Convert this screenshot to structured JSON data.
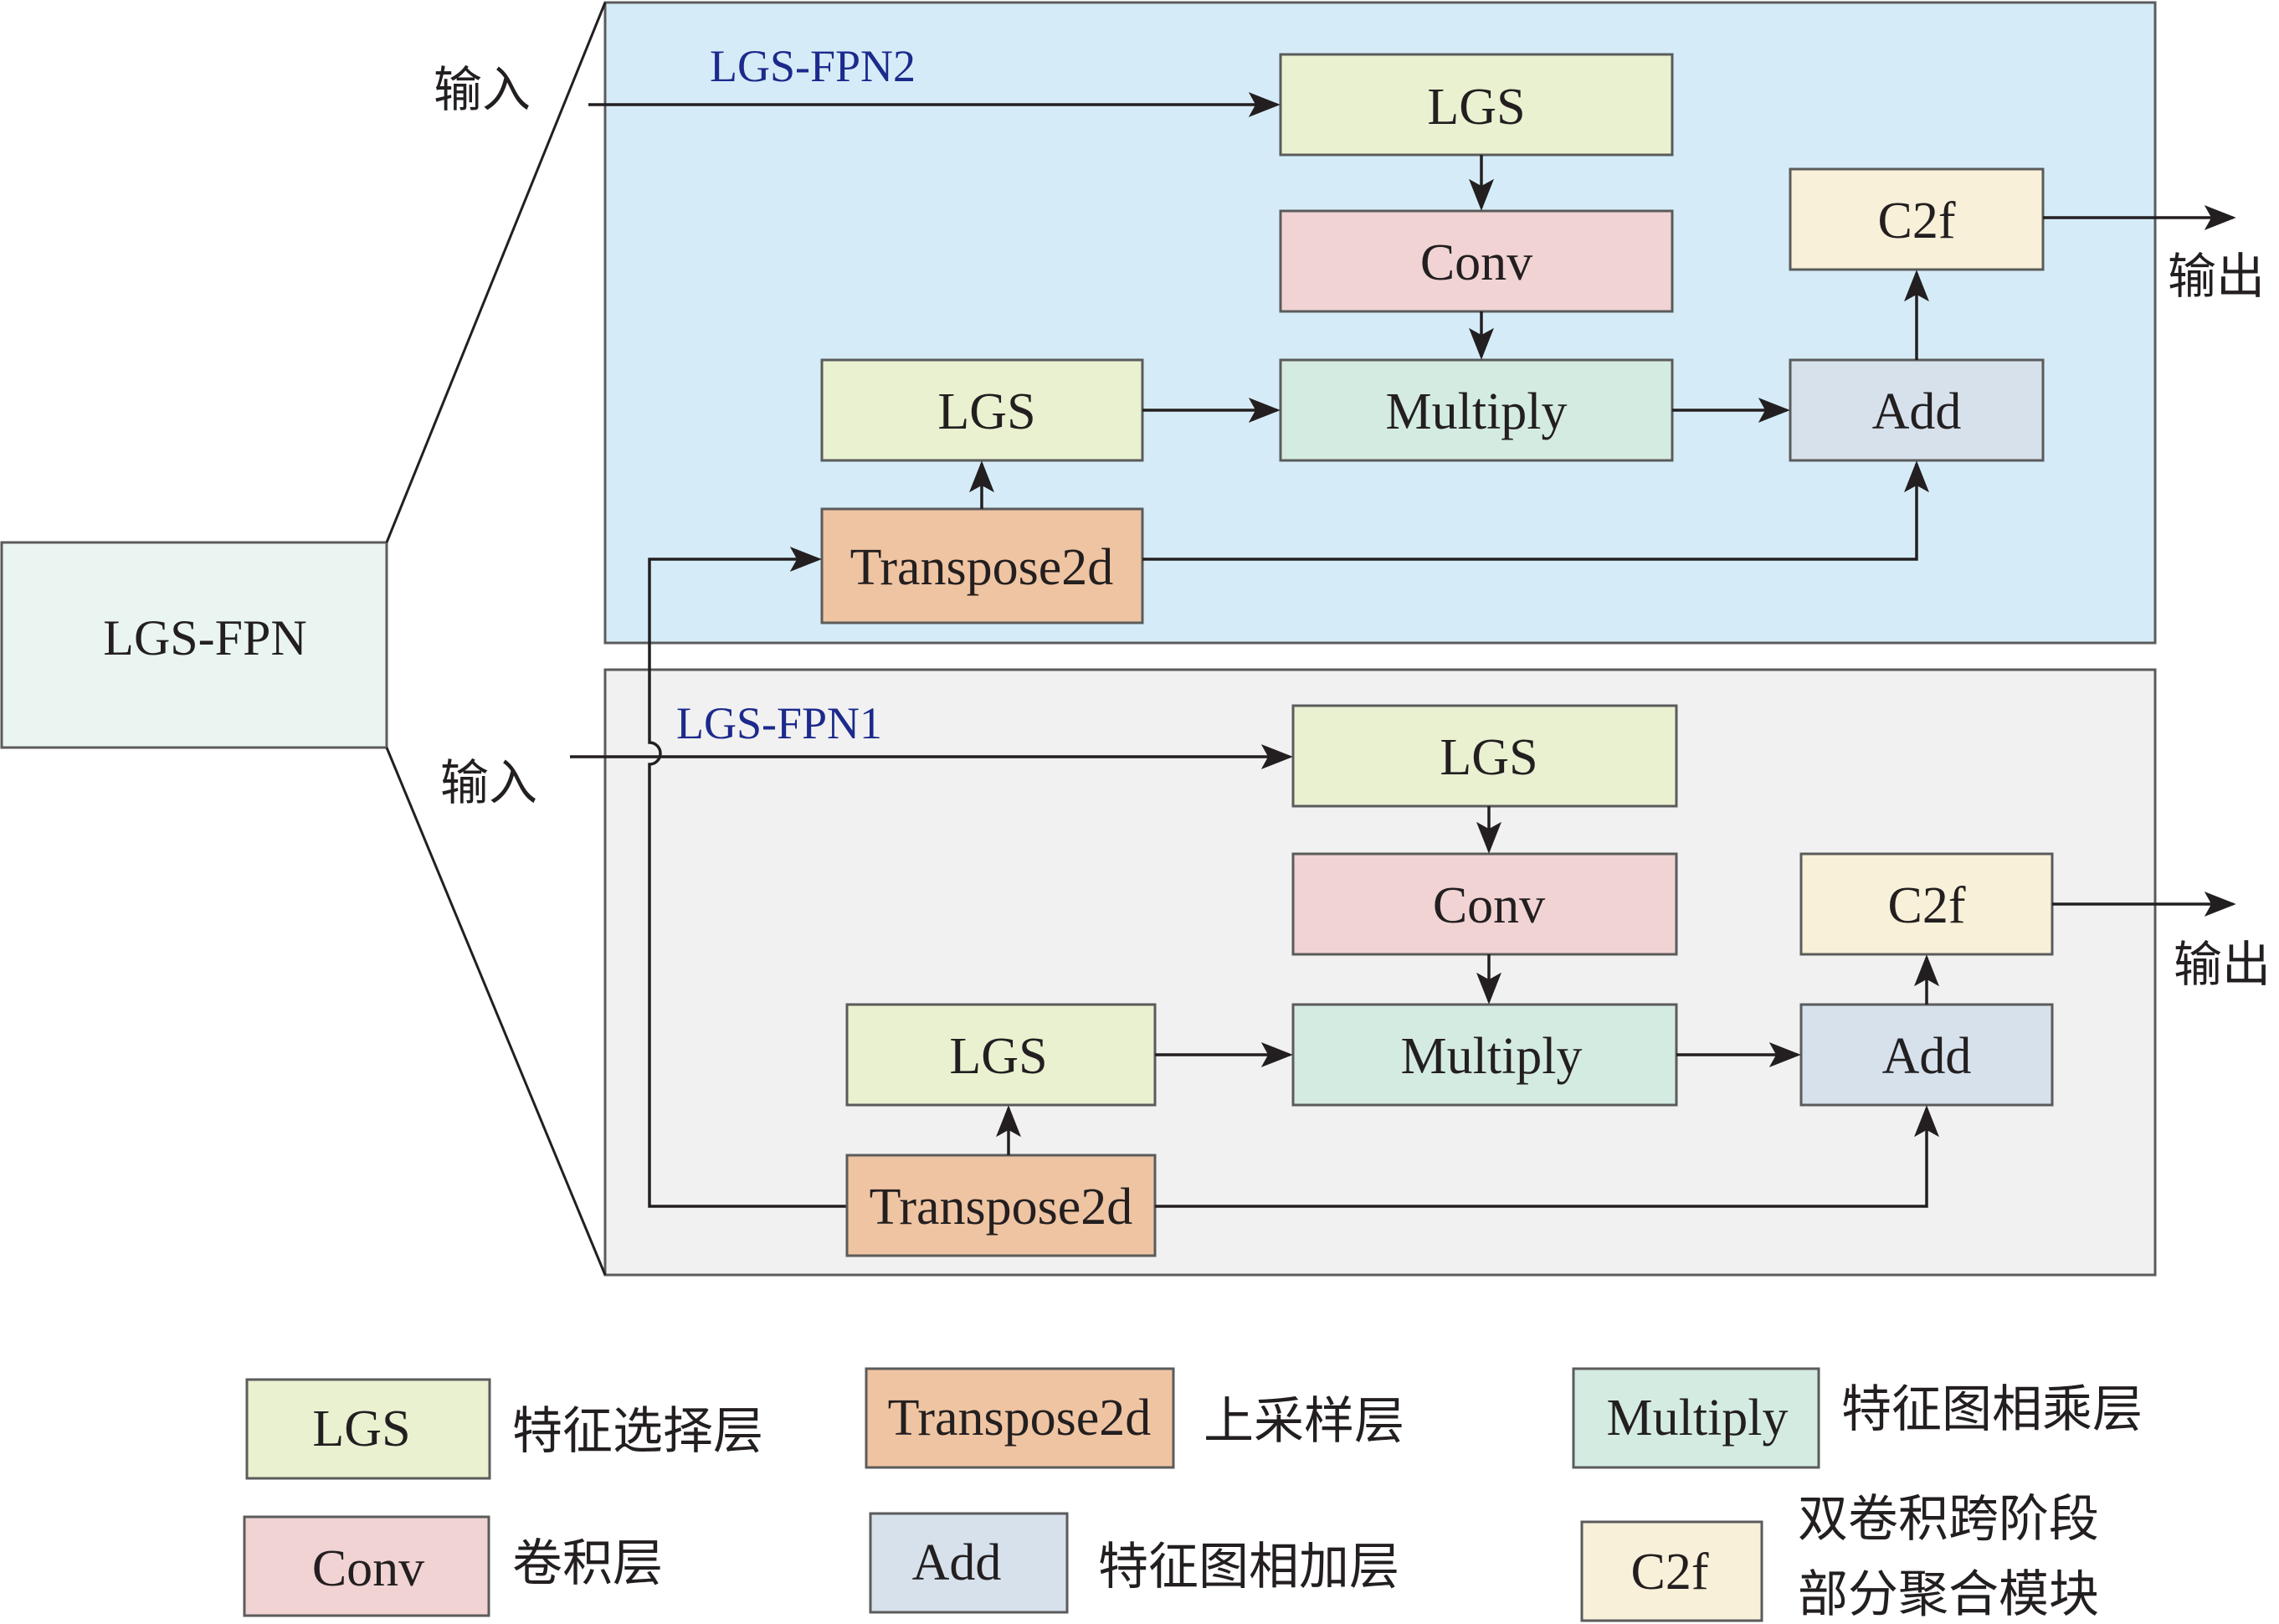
{
  "overview": {
    "label": "LGS-FPN",
    "colors": {
      "overview_fill": "#eaf5f2",
      "fpn2_panel": "#d5ecf8",
      "fpn1_panel": "#f1f1f1"
    }
  },
  "fpn2": {
    "title": "LGS-FPN2",
    "input_label": "输入",
    "output_label": "输出",
    "blocks": {
      "lgs_top": "LGS",
      "conv": "Conv",
      "c2f": "C2f",
      "lgs_left": "LGS",
      "multiply": "Multiply",
      "add": "Add",
      "transpose": "Transpose2d"
    }
  },
  "fpn1": {
    "title": "LGS-FPN1",
    "input_label": "输入",
    "output_label": "输出",
    "blocks": {
      "lgs_top": "LGS",
      "conv": "Conv",
      "c2f": "C2f",
      "lgs_left": "LGS",
      "multiply": "Multiply",
      "add": "Add",
      "transpose": "Transpose2d"
    }
  },
  "block_colors": {
    "LGS": "#e9f1d0",
    "Conv": "#f1d3d3",
    "Multiply": "#d4ebe2",
    "Add": "#d6e1ec",
    "C2f": "#f8f0d8",
    "Transpose2d": "#efc4a2"
  },
  "legend": [
    {
      "block": "LGS",
      "desc": "特征选择层",
      "color": "#e9f1d0"
    },
    {
      "block": "Transpose2d",
      "desc": "上采样层",
      "color": "#efc4a2"
    },
    {
      "block": "Multiply",
      "desc": "特征图相乘层",
      "color": "#d4ebe2"
    },
    {
      "block": "Conv",
      "desc": "卷积层",
      "color": "#f1d3d3"
    },
    {
      "block": "Add",
      "desc": "特征图相加层",
      "color": "#d6e1ec"
    },
    {
      "block": "C2f",
      "desc_line1": "双卷积跨阶段",
      "desc_line2": "部分聚合模块",
      "color": "#f8f0d8"
    }
  ]
}
